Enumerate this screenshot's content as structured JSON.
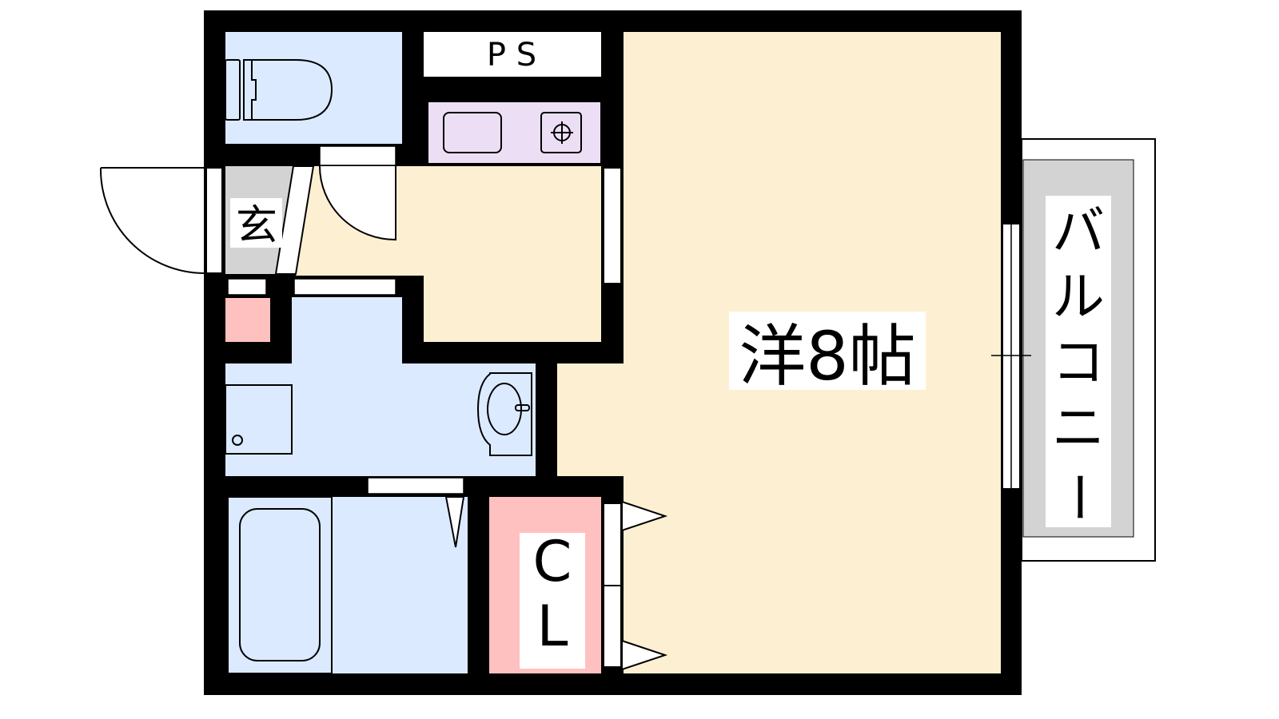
{
  "labels": {
    "ps": "P S",
    "entrance": "玄",
    "main_room": "洋8帖",
    "closet_c": "C",
    "closet_l": "L",
    "balcony_chars": [
      "バ",
      "ル",
      "コ",
      "ニ",
      "ー"
    ]
  },
  "colors": {
    "wall": "#000000",
    "wet_area": "#dbeafe",
    "living": "#fdf0d2",
    "kitchen": "#ecdff5",
    "closet": "#ffc0c0",
    "entrance_floor": "#d3d3d3",
    "balcony": "#d3d3d3"
  }
}
